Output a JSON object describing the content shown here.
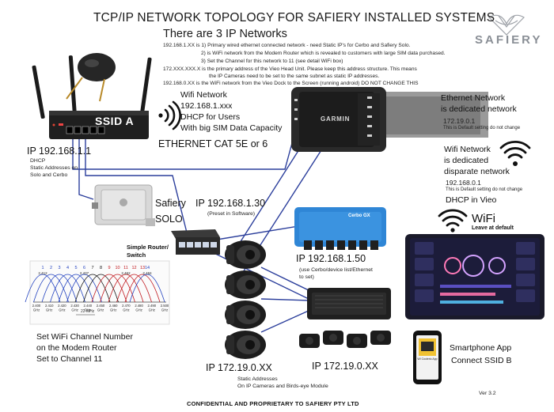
{
  "title": "TCP/IP NETWORK TOPOLOGY FOR SAFIERY INSTALLED SYSTEMS",
  "subtitle": "There are 3 IP Networks",
  "brand": "SAFIERY",
  "notes": [
    "192.168.1.XX is 1) Primary wired ethernet connected network - need Static IP's for Cerbo and Safiery Solo.",
    "2) is WiFi network from the Modem Router which is revealed to customers with large SIM data purchased.",
    "3) Set the Channel for this network to 11 (see detail WiFi box)",
    "172.XXX.XXX.X is the primary address of the Vieo Head Unit. Please keep this address structure. This means",
    "the IP Cameras need to be set to the same subnet as static IP addresses.",
    "192.168.0.XX is the WiFi network from the Vieo Dock to the Screen (running android) DO NOT CHANGE THIS"
  ],
  "router": {
    "ssid": "SSID A",
    "ip": "IP 192.168.1.1",
    "details": [
      "DHCP",
      "Static Addresses on",
      "Solo and Cerbo"
    ]
  },
  "wifi_network": {
    "lines": [
      "Wifi Network",
      "192.168.1.xxx",
      "DHCP for Users",
      "With big SIM Data Capacity"
    ]
  },
  "ethernet_cat": "ETHERNET CAT 5E or 6",
  "ethernet_network": {
    "lines": [
      "Ethernet Network",
      "is dedicated network"
    ],
    "ip": "172.19.0.1",
    "note": "This is Default setting do not change"
  },
  "vieo_wifi": {
    "lines": [
      "Wifi Network",
      "is dedicated",
      "disparate network"
    ],
    "ip": "192.168.0.1",
    "note": "This is Default setting do not change",
    "dhcp": "DHCP in Vieo"
  },
  "head_unit": {
    "logo": "GARMIN"
  },
  "solo": {
    "label_a": "Safiery",
    "label_b": "SOLO",
    "ip": "IP 192.168.1.30",
    "note": "(Preset in Software)"
  },
  "switch": {
    "label": [
      "Simple Router/",
      "Switch"
    ]
  },
  "cerbo": {
    "ip": "IP 192.168.1.50",
    "note": [
      "(use Cerbo/device list/Ethernet",
      "to set)"
    ],
    "device_label": "Cerbo GX"
  },
  "wifi_box": {
    "label": "WiFi",
    "sub": "Leave at default"
  },
  "channel_chart": {
    "top_numbers": [
      "1",
      "2",
      "3",
      "4",
      "5",
      "6",
      "7",
      "8",
      "9",
      "10",
      "11",
      "12",
      "13",
      "14"
    ],
    "top_colors": [
      "#1f3fbf",
      "#1f3fbf",
      "#1f3fbf",
      "#1f3fbf",
      "#1f3fbf",
      "#1f3fbf",
      "#111111",
      "#111111",
      "#c0151b",
      "#c0151b",
      "#c0151b",
      "#c0151b",
      "#c0151b",
      "#1f3fbf"
    ],
    "center_freqs": [
      "2.412",
      "2.437",
      "2.462",
      "2.484"
    ],
    "freq_labels": [
      "2.400\nGHz",
      "2.410\nGHz",
      "2.420\nGHz",
      "2.430\nGHz",
      "2.440\nGHz",
      "2.450\nGHz",
      "2.460\nGHz",
      "2.470\nGHz",
      "2.480\nGHz",
      "2.490\nGHz",
      "2.500\nGHz"
    ],
    "bandwidth": "22 MHz"
  },
  "wifi_channel_text": [
    "Set WiFi Channel Number",
    "on the Modem Router",
    "Set to Channel 11"
  ],
  "cam_ip": "IP 172.19.0.XX",
  "cam_note": [
    "Static Addresses",
    "On IP Cameras and Birds-eye Module"
  ],
  "module_ip": "IP 172.19.0.XX",
  "smartphone": {
    "lines": [
      "Smartphone App",
      "Connect SSID B"
    ],
    "screen_text": "WI Coolerio App"
  },
  "version": "Ver 3.2",
  "footer": "CONFIDENTIAL AND PROPRIETARY TO SAFIERY PTY LTD",
  "colors": {
    "line_blue": "#2c3f9c",
    "cerbo_blue": "#2f86d6",
    "dark": "#1b1b1b"
  }
}
